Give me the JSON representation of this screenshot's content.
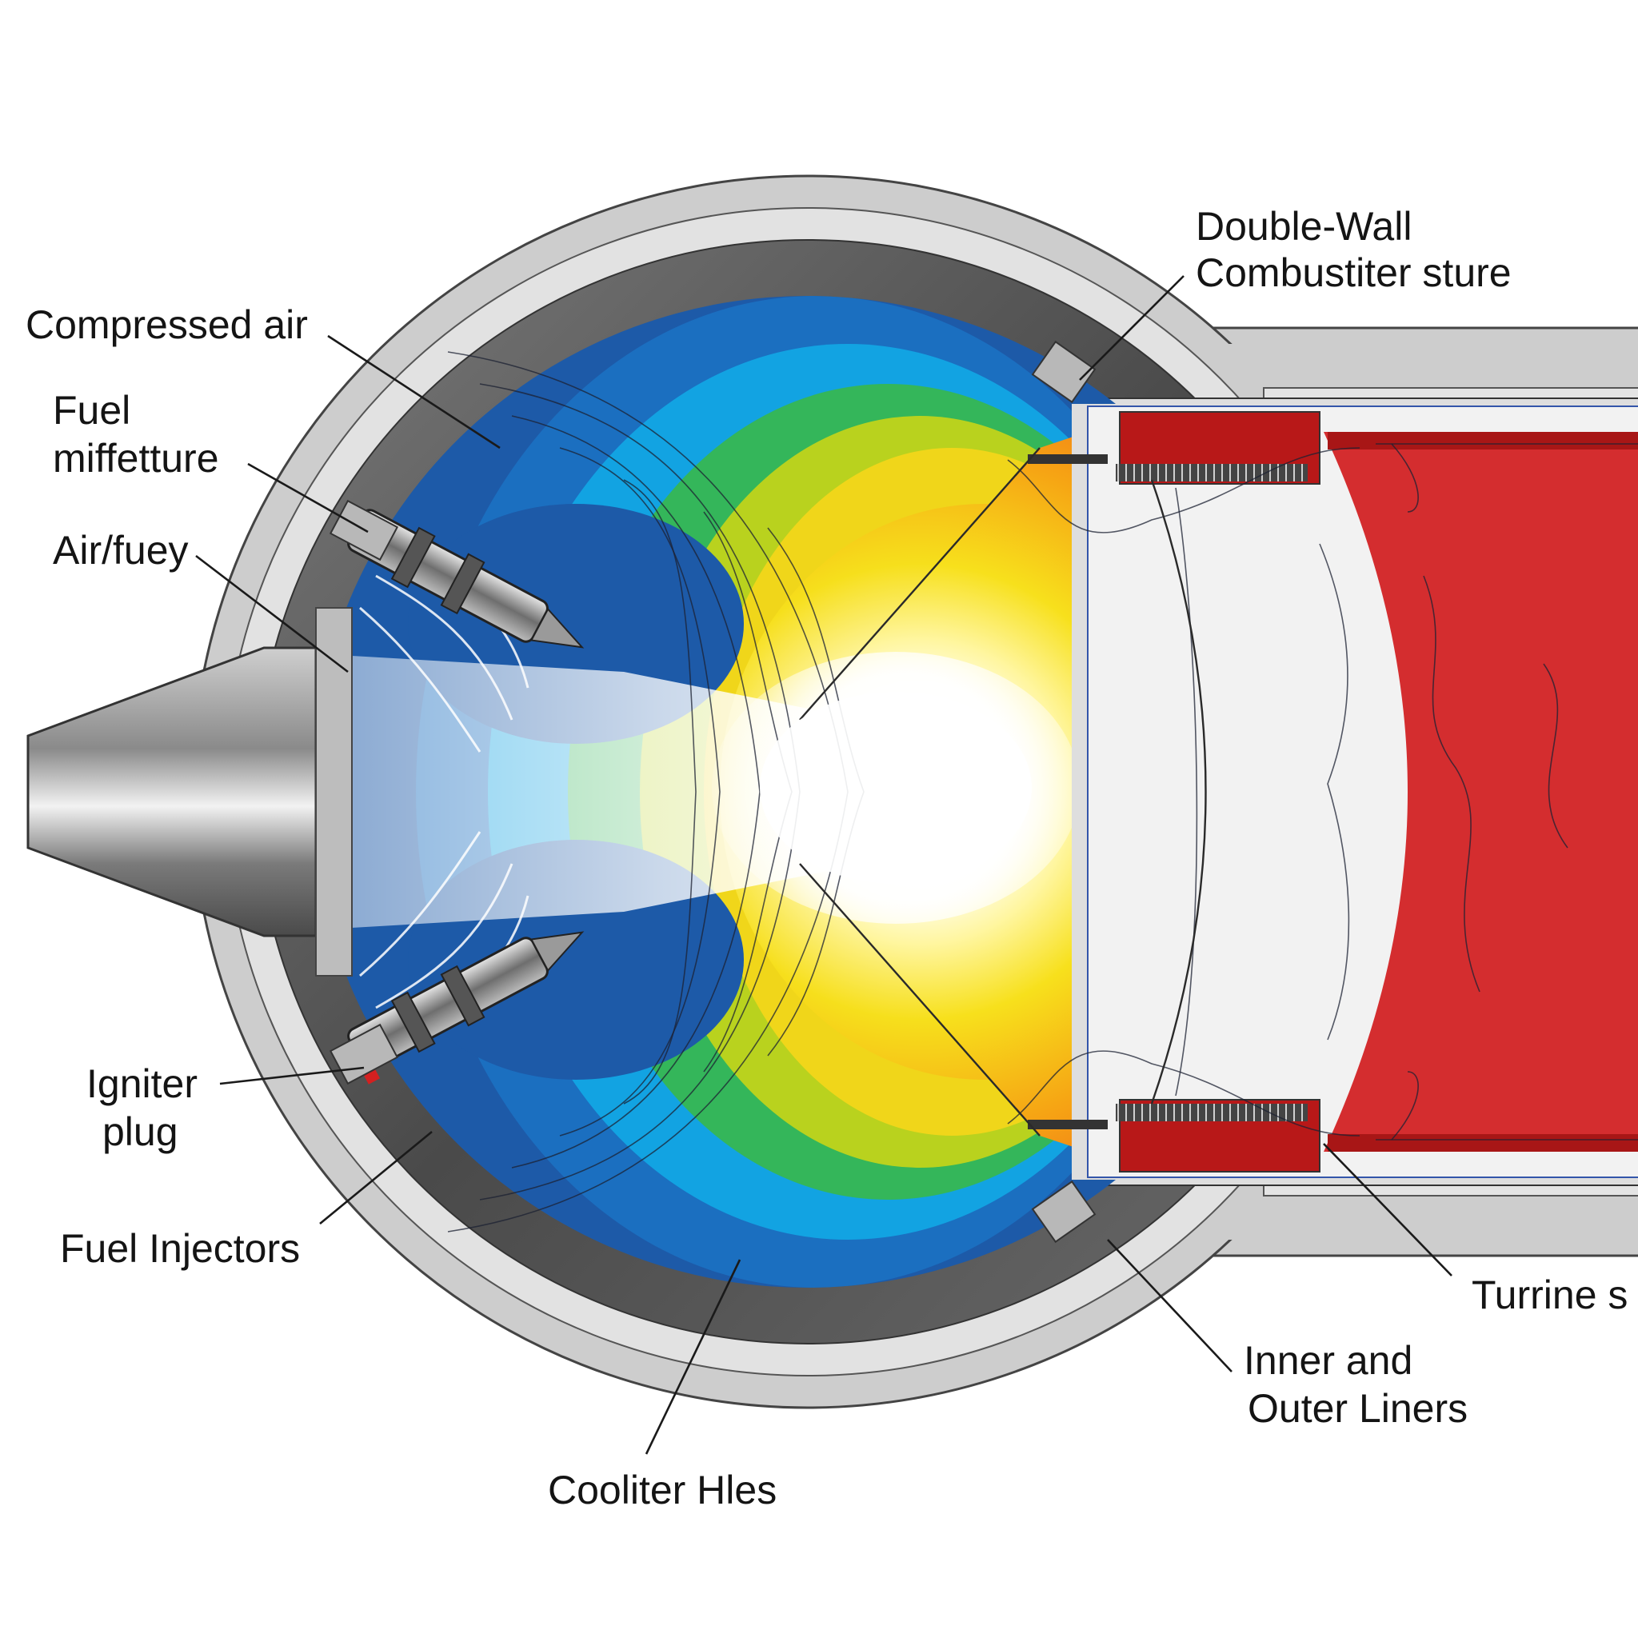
{
  "labels": {
    "compressed_air": "Compressed air",
    "fuel_mixture_1": "Fuel",
    "fuel_mixture_2": "miffetture",
    "air_fuel": "Air/fuey",
    "igniter_1": "Igniter",
    "igniter_2": "plug",
    "fuel_injectors": "Fuel Injectors",
    "cooling_holes": "Cooliter Hles",
    "inner_outer_1": "Inner and",
    "inner_outer_2": "Outer Liners",
    "turbine": "Turrine s",
    "double_wall_1": "Double-Wall",
    "double_wall_2": "Combustiter sture"
  },
  "icons": {
    "nose_cone": "nose-cone-icon",
    "fuel_injector": "fuel-injector-icon",
    "igniter": "igniter-plug-icon",
    "flame": "flame-core-icon"
  },
  "colors": {
    "cool_blue": "#1f5fb0",
    "cyan": "#19a6e0",
    "green": "#3fbf3a",
    "yellow": "#f5e21a",
    "orange": "#f58a10",
    "red": "#d92020",
    "dark_red": "#a51515",
    "casing_gray": "#c9c9c9"
  }
}
